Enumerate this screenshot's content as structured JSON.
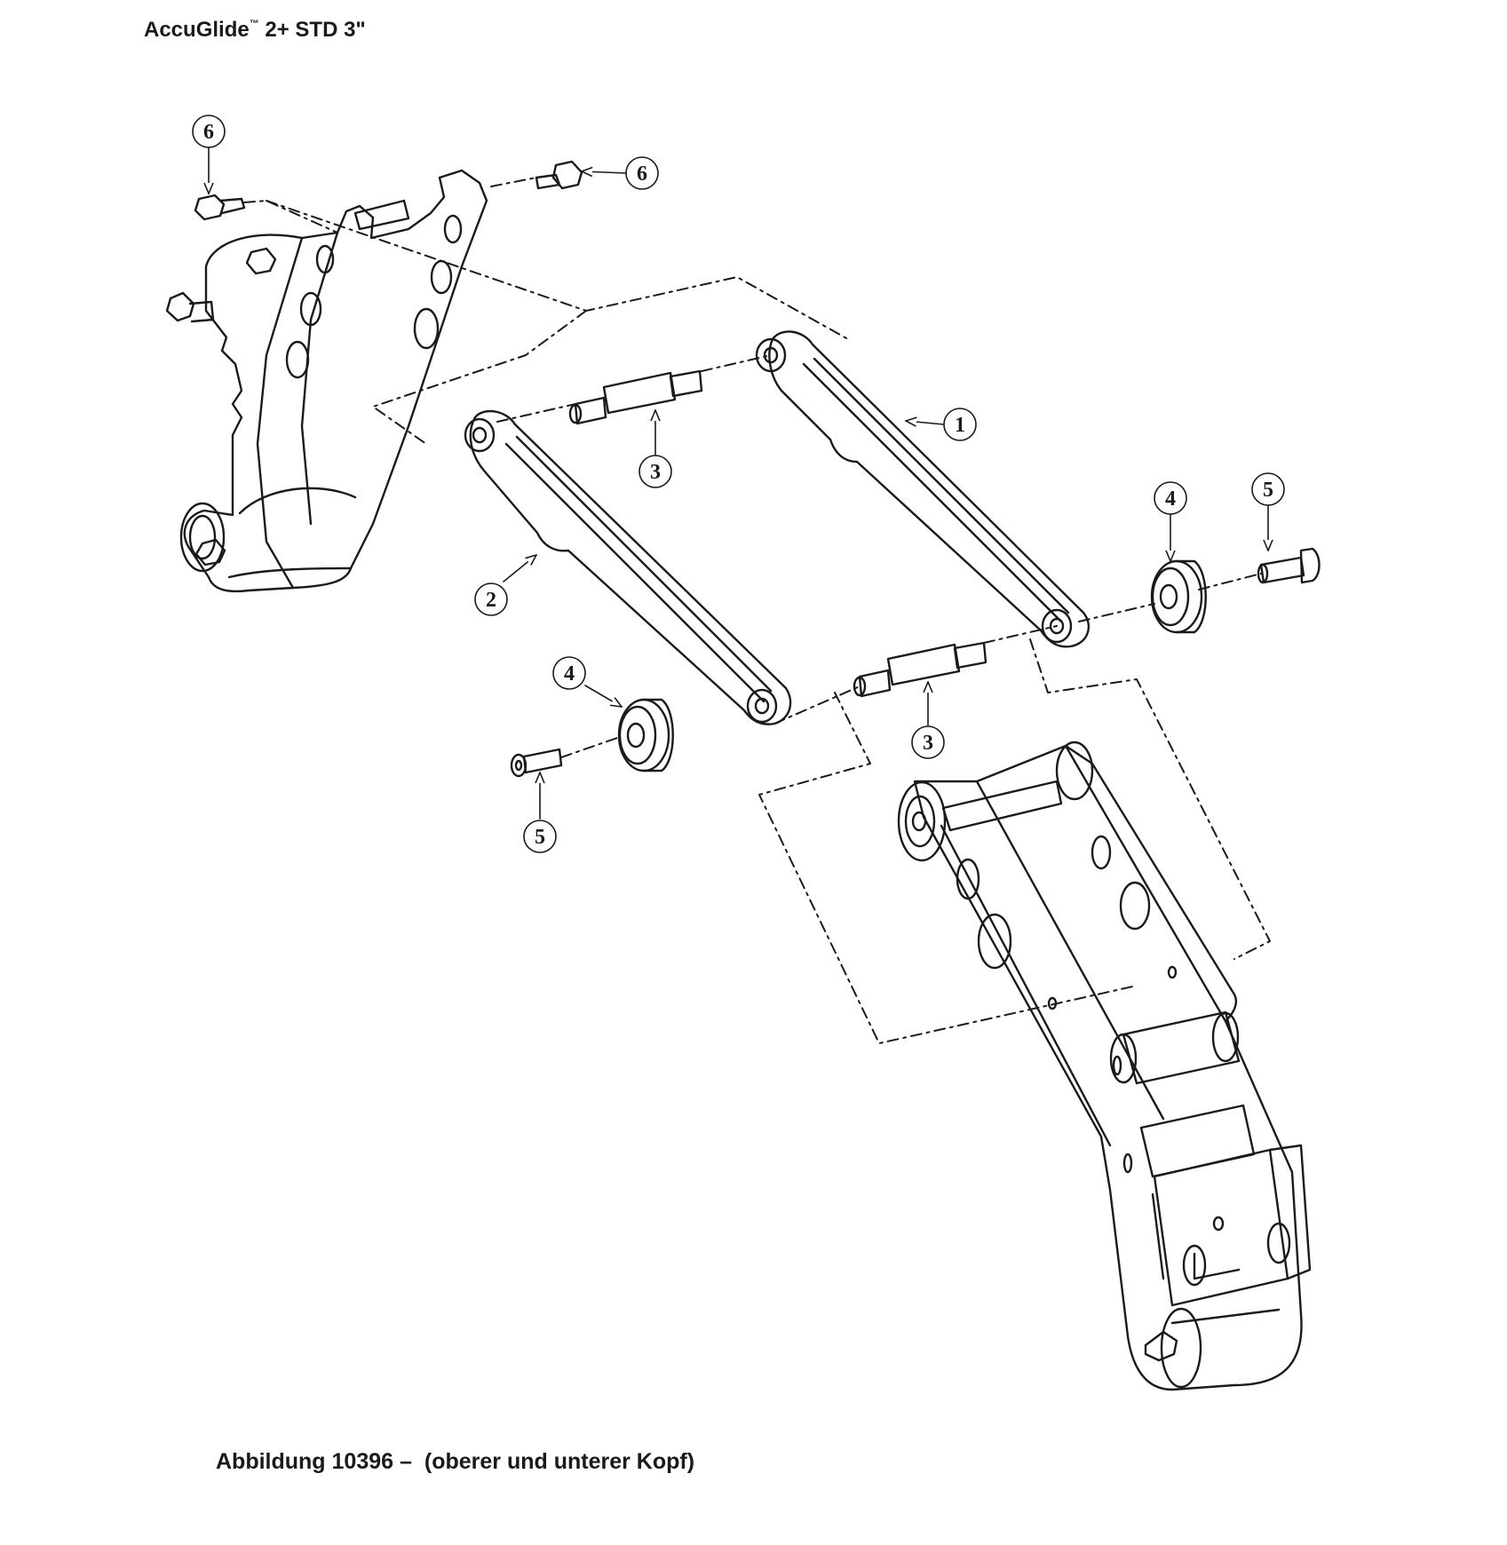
{
  "header": {
    "product": "AccuGlide",
    "trademark": "™",
    "model": "2+ STD 3\""
  },
  "callouts": [
    {
      "id": "c6a",
      "number": "6"
    },
    {
      "id": "c6b",
      "number": "6"
    },
    {
      "id": "c1",
      "number": "1"
    },
    {
      "id": "c3a",
      "number": "3"
    },
    {
      "id": "c2",
      "number": "2"
    },
    {
      "id": "c4a",
      "number": "4"
    },
    {
      "id": "c5a",
      "number": "5"
    },
    {
      "id": "c4b",
      "number": "4"
    },
    {
      "id": "c5b",
      "number": "5"
    },
    {
      "id": "c3b",
      "number": "3"
    }
  ],
  "caption": {
    "figure": "Abbildung 10396 –",
    "description": "(oberer und unterer Kopf)"
  },
  "colors": {
    "ink": "#1a1a1a",
    "paper": "#ffffff"
  }
}
